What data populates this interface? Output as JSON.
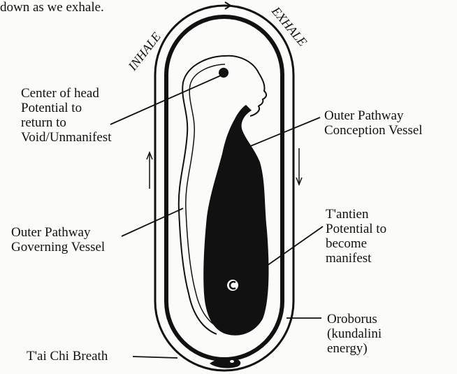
{
  "caption_fragment": "down as we exhale.",
  "direction": {
    "inhale": "INHALE",
    "exhale": "EXHALE"
  },
  "labels": {
    "center_head": [
      "Center of head",
      "Potential to",
      "return to",
      "Void/Unmanifest"
    ],
    "conception_vessel": [
      "Outer Pathway",
      "Conception Vessel"
    ],
    "governing_vessel": [
      "Outer Pathway",
      "Governing Vessel"
    ],
    "tantien": [
      "T'antien",
      "Potential to",
      "become",
      "manifest"
    ],
    "oroborus": [
      "Oroborus",
      "(kundalini",
      "energy)"
    ],
    "taichi_breath": "T'ai Chi Breath"
  },
  "colors": {
    "ink": "#111111",
    "paper": "#fbfbf9"
  }
}
